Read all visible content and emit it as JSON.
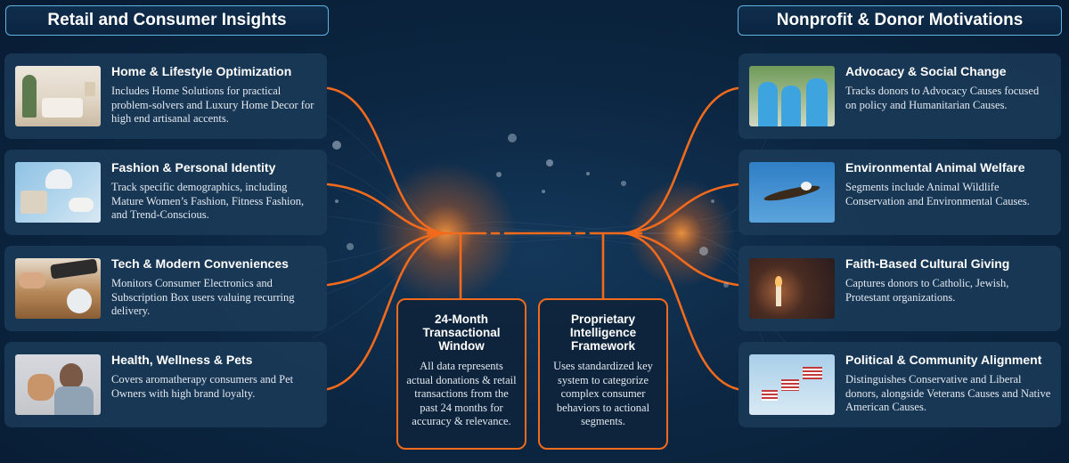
{
  "left_header": "Retail and Consumer Insights",
  "right_header": "Nonprofit & Donor Motivations",
  "left_cards": [
    {
      "title": "Home & Lifestyle Optimization",
      "desc": "Includes Home Solutions for practical problem-solvers and Luxury Home Decor for high end artisanal accents.",
      "image": "living-room-photo"
    },
    {
      "title": "Fashion & Personal Identity",
      "desc": "Track specific demographics, including Mature Women’s Fashion, Fitness Fashion, and Trend-Conscious.",
      "image": "fashion-flatlay-photo"
    },
    {
      "title": "Tech & Modern Conveniences",
      "desc": "Monitors Consumer Electronics and Subscription Box users valuing recurring delivery.",
      "image": "smart-speaker-photo"
    },
    {
      "title": "Health, Wellness & Pets",
      "desc": "Covers aromatherapy consumers and Pet Owners with high brand loyalty.",
      "image": "woman-with-dog-photo"
    }
  ],
  "right_cards": [
    {
      "title": "Advocacy & Social Change",
      "desc": "Tracks donors to Advocacy Causes focused on policy and Humanitarian Causes.",
      "image": "volunteers-photo"
    },
    {
      "title": "Environmental Animal Welfare",
      "desc": "Segments include Animal Wildlife Conservation and Environmental Causes.",
      "image": "eagle-photo"
    },
    {
      "title": "Faith-Based Cultural Giving",
      "desc": "Captures donors to Catholic, Jewish, Protestant organizations.",
      "image": "candle-photo"
    },
    {
      "title": "Political & Community Alignment",
      "desc": "Distinguishes Conservative and Liberal donors, alongside Veterans Causes and Native American Causes.",
      "image": "flags-photo"
    }
  ],
  "center_boxes": [
    {
      "title": "24-Month Transactional Window",
      "desc": "All data represents actual donations & retail transactions from the past 24 months for accuracy & relevance."
    },
    {
      "title": "Proprietary Intelligence Framework",
      "desc": "Uses standardized key system to categorize complex consumer behaviors to actional segments."
    }
  ],
  "colors": {
    "accent": "#f26a1b",
    "header_border": "#5fb3e0",
    "card_bg": "#1a3a58",
    "background": "#0c2743"
  }
}
